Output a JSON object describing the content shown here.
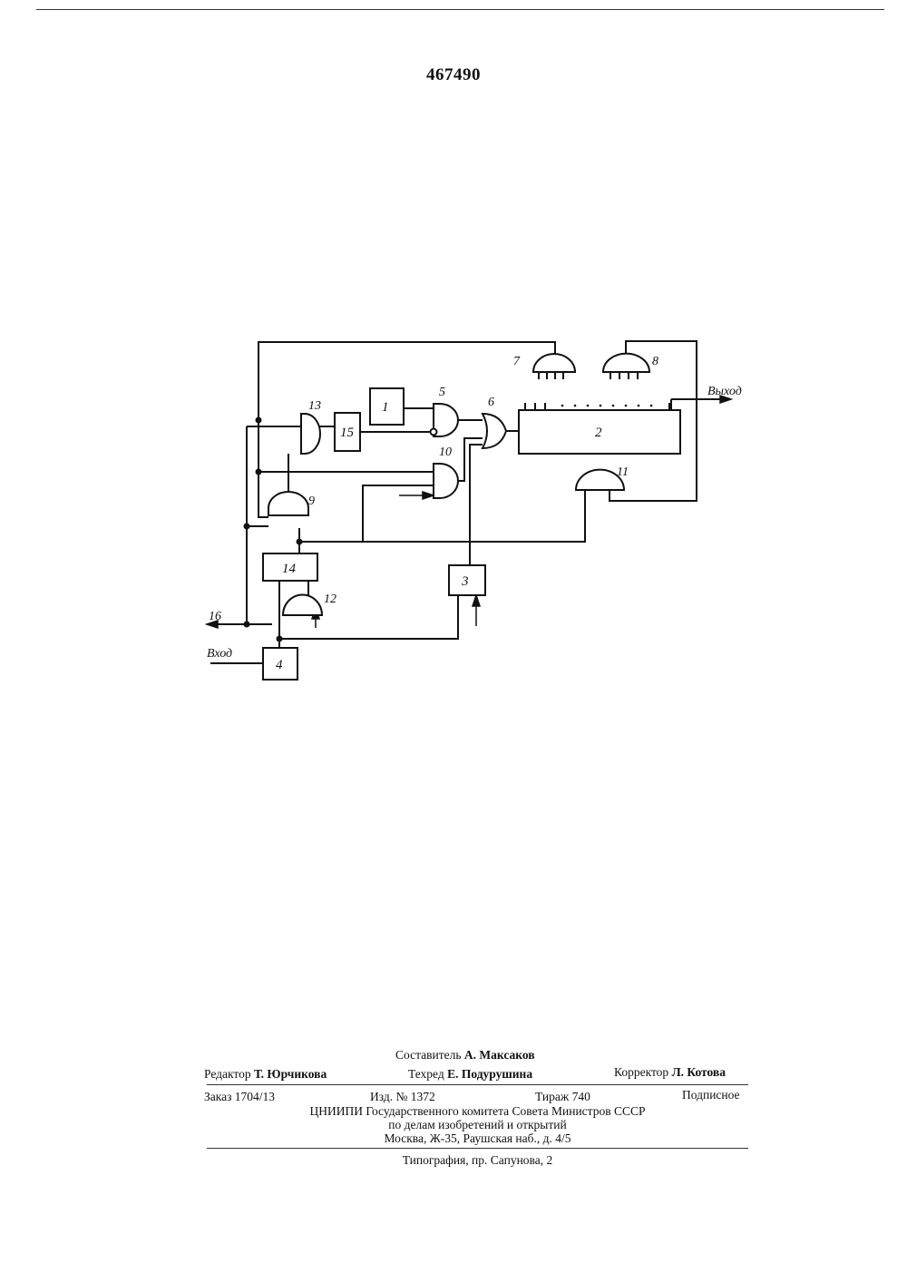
{
  "header": {
    "patent_number": "467490"
  },
  "diagram": {
    "blocks": [
      "1",
      "2",
      "3",
      "4",
      "14",
      "15"
    ],
    "gates": [
      "5",
      "6",
      "7",
      "8",
      "9",
      "10",
      "11",
      "12",
      "13"
    ],
    "signals": {
      "input": "Вход",
      "output": "Выход",
      "line16": "16"
    }
  },
  "imprint": {
    "compiler_label": "Составитель",
    "compiler_name": "А. Максаков",
    "editor_label": "Редактор",
    "editor_name": "Т. Юрчикова",
    "techred_label": "Техред",
    "techred_name": "Е. Подурушина",
    "corrector_label": "Корректор",
    "corrector_name": "Л. Котова",
    "order": "Заказ 1704/13",
    "edition": "Изд. № 1372",
    "circulation": "Тираж 740",
    "subscription": "Подписное",
    "org_line1": "ЦНИИПИ Государственного комитета Совета Министров СССР",
    "org_line2": "по делам изобретений и открытий",
    "address": "Москва, Ж-35, Раушская наб., д. 4/5",
    "printing": "Типография, пр. Сапунова, 2"
  }
}
